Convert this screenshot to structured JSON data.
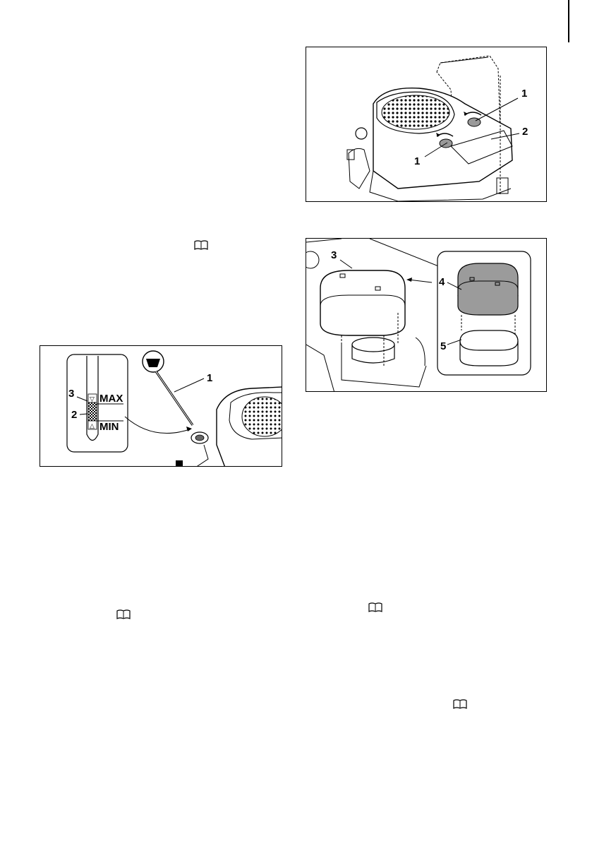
{
  "figures": {
    "dipstick": {
      "callouts": {
        "dipstick": "1",
        "level_zone": "2",
        "upper_mark": "3"
      },
      "gauge_max_label": "MAX",
      "gauge_min_label": "MIN"
    },
    "engine_cover": {
      "callouts": {
        "knob_a": "1",
        "knob_b": "1",
        "cover": "2"
      }
    },
    "air_filter": {
      "callouts": {
        "cover": "3",
        "filter_element": "4",
        "pre_filter": "5"
      }
    }
  },
  "icons": [
    "book-icon",
    "book-icon",
    "book-icon",
    "book-icon",
    "book-icon"
  ]
}
